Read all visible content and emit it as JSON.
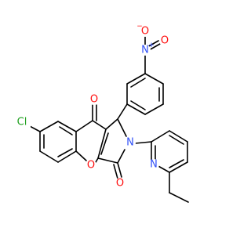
{
  "molecule": {
    "atoms": {
      "nitro_o_minus": {
        "symbol": "O",
        "charge": "−"
      },
      "nitro_n": {
        "symbol": "N",
        "charge": "+"
      },
      "nitro_o": {
        "symbol": "O"
      },
      "carbonyl_o_top": {
        "symbol": "O"
      },
      "chloro": {
        "symbol": "Cl"
      },
      "lactam_n": {
        "symbol": "N"
      },
      "pyran_o": {
        "symbol": "O"
      },
      "carbonyl_o_bottom": {
        "symbol": "O"
      },
      "pyridine_n": {
        "symbol": "N"
      }
    },
    "colors": {
      "carbon_bond": "#000000",
      "oxygen": "#ff0d0d",
      "nitrogen": "#3050f8",
      "chlorine": "#1fa01f"
    }
  }
}
